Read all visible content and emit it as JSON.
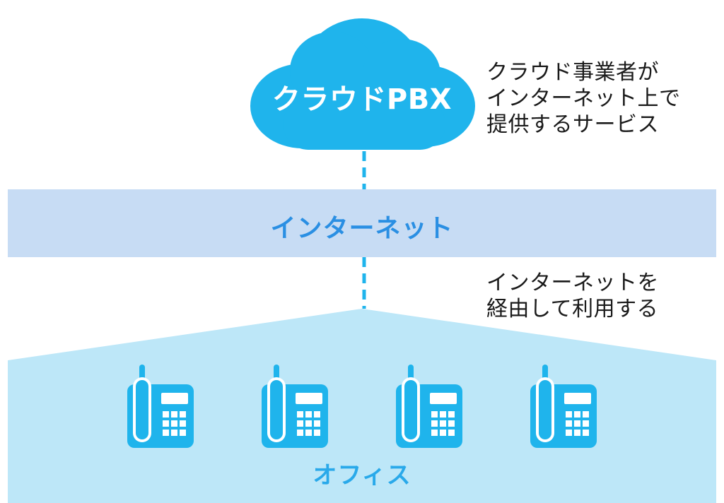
{
  "cloud": {
    "label": "クラウドPBX"
  },
  "cloud_note": {
    "text": "クラウド事業者が\nインターネット上で\n提供するサービス"
  },
  "internet": {
    "label": "インターネット"
  },
  "office_note": {
    "text": "インターネットを\n経由して利用する"
  },
  "office": {
    "label": "オフィス"
  },
  "phones": [
    {
      "icon": "desk-phone-icon"
    },
    {
      "icon": "desk-phone-icon"
    },
    {
      "icon": "desk-phone-icon"
    },
    {
      "icon": "desk-phone-icon"
    }
  ],
  "colors": {
    "cloud": "#1fb4ec",
    "internet_band": "#c7dcf4",
    "internet_text": "#2a8fe3",
    "office_area": "#bde7f8",
    "office_text": "#29a9ea",
    "phone": "#1fb4ec",
    "connector": "#1fb4ec",
    "note_text": "#1a1a1a"
  }
}
